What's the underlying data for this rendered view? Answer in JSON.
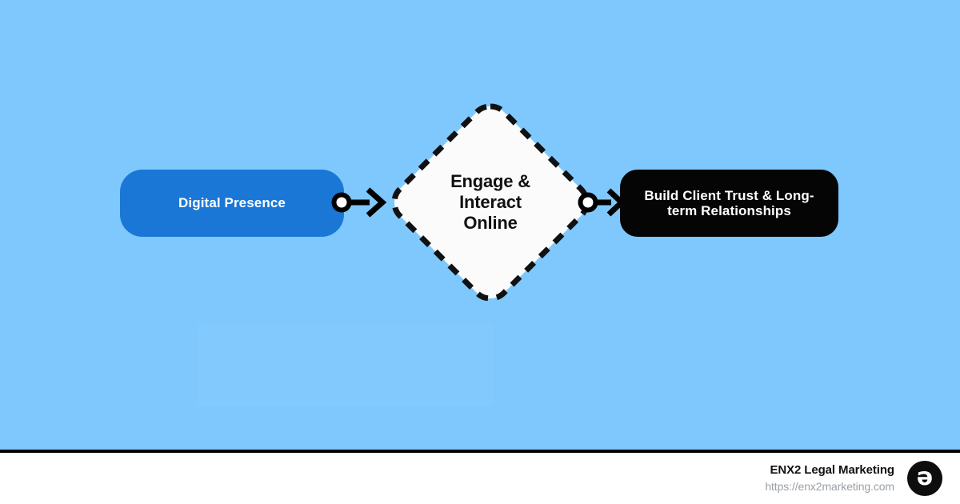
{
  "canvas": {
    "background_color": "#7ec8fd",
    "divider_color": "#000000"
  },
  "diagram": {
    "type": "flowchart",
    "orientation": "left-to-right",
    "nodes": [
      {
        "id": "start",
        "shape": "rounded-rectangle",
        "label": "Digital Presence",
        "fill_color": "#1b77d6",
        "text_color": "#ffffff"
      },
      {
        "id": "decision",
        "shape": "diamond",
        "label": "Engage &\nInteract\nOnline",
        "fill_color": "#fbfbfb",
        "border_style": "dashed",
        "border_color": "#111111",
        "text_color": "#111111"
      },
      {
        "id": "end",
        "shape": "rounded-rectangle",
        "label": "Build Client Trust & Long-term Relationships",
        "fill_color": "#050505",
        "text_color": "#ffffff"
      }
    ],
    "connectors": [
      {
        "id": "start-to-decision",
        "from": "start",
        "to": "decision",
        "start_marker": "circle",
        "end_marker": "arrow",
        "color": "#000000"
      },
      {
        "id": "decision-to-end",
        "from": "decision",
        "to": "end",
        "start_marker": "circle",
        "end_marker": "arrow",
        "color": "#000000"
      }
    ]
  },
  "footer": {
    "brand": "ENX2 Legal Marketing",
    "url": "https://enx2marketing.com",
    "logo_glyph": "ə",
    "logo_background": "#0d0d0d",
    "brand_color": "#111111",
    "url_color": "#9aa0a6"
  }
}
